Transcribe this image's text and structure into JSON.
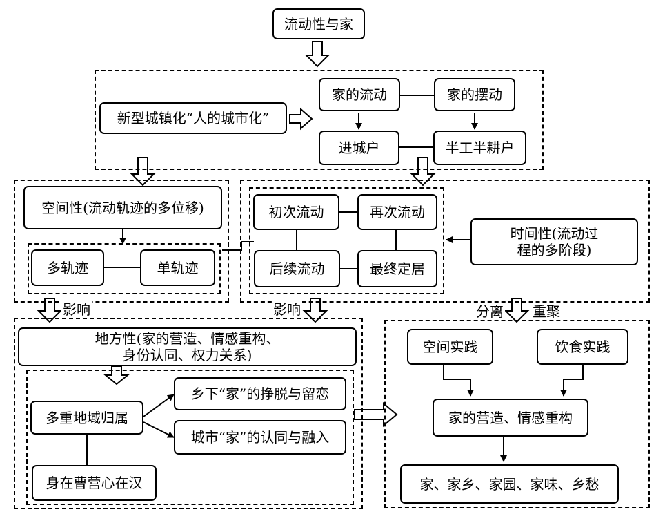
{
  "nodes": {
    "root": "流动性与家",
    "urbanization": "新型城镇化“人的城市化”",
    "home_flow": "家的流动",
    "home_swing": "家的摆动",
    "into_city": "进城户",
    "half_worker": "半工半耕户",
    "spatiality": "空间性(流动轨迹的多位移)",
    "multi_track": "多轨迹",
    "single_track": "单轨迹",
    "first_flow": "初次流动",
    "second_flow": "再次流动",
    "subsequent_flow": "后续流动",
    "final_settle": "最终定居",
    "temporality": "时间性(流动过\n程的多阶段)",
    "locality": "地方性(家的营造、情感重构、\n身份认同、权力关系)",
    "multi_belonging": "多重地域归属",
    "rural_home": "乡下“家”的挣脱与留恋",
    "urban_home": "城市“家”的认同与融入",
    "body_mind": "身在曹营心在汉",
    "space_practice": "空间实践",
    "food_practice": "饮食实践",
    "home_making": "家的营造、情感重构",
    "home_terms": "家、家乡、家园、家味、乡愁"
  },
  "labels": {
    "influence_1": "影响",
    "influence_2": "影响",
    "separation": "分离",
    "reunion": "重聚"
  }
}
